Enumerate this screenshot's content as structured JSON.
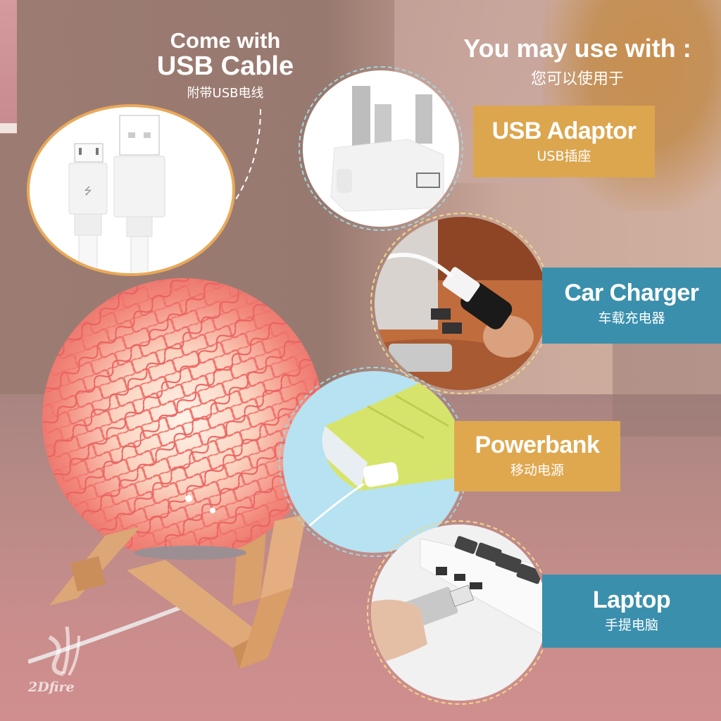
{
  "cable_section": {
    "title_line1": "Come with",
    "title_line2": "USB Cable",
    "title_zh": "附带USB电线",
    "image": "usb-micro-cable"
  },
  "usage_section": {
    "title": "You may use with :",
    "title_zh": "您可以使用于",
    "items": [
      {
        "label": "USB Adaptor",
        "label_zh": "USB插座",
        "image": "uk-plug-usb-adaptor",
        "banner_color": "#dca64f"
      },
      {
        "label": "Car Charger",
        "label_zh": "车载充电器",
        "image": "car-cigarette-usb-charger",
        "banner_color": "#3a8fac"
      },
      {
        "label": "Powerbank",
        "label_zh": "移动电源",
        "image": "yellow-green-powerbank",
        "banner_color": "#dfa84f"
      },
      {
        "label": "Laptop",
        "label_zh": "手提电脑",
        "image": "laptop-usb-drive",
        "banner_color": "#3a8fac"
      }
    ]
  },
  "product": {
    "image": "pink-rattan-ball-lamp-on-wooden-stand",
    "color": "#ef7a6e"
  },
  "watermark": {
    "text": "2Dfire"
  },
  "colors": {
    "gold": "#dca64f",
    "teal": "#3a8fac",
    "wall": "#9c7c72",
    "floor": "#c98d8c"
  }
}
